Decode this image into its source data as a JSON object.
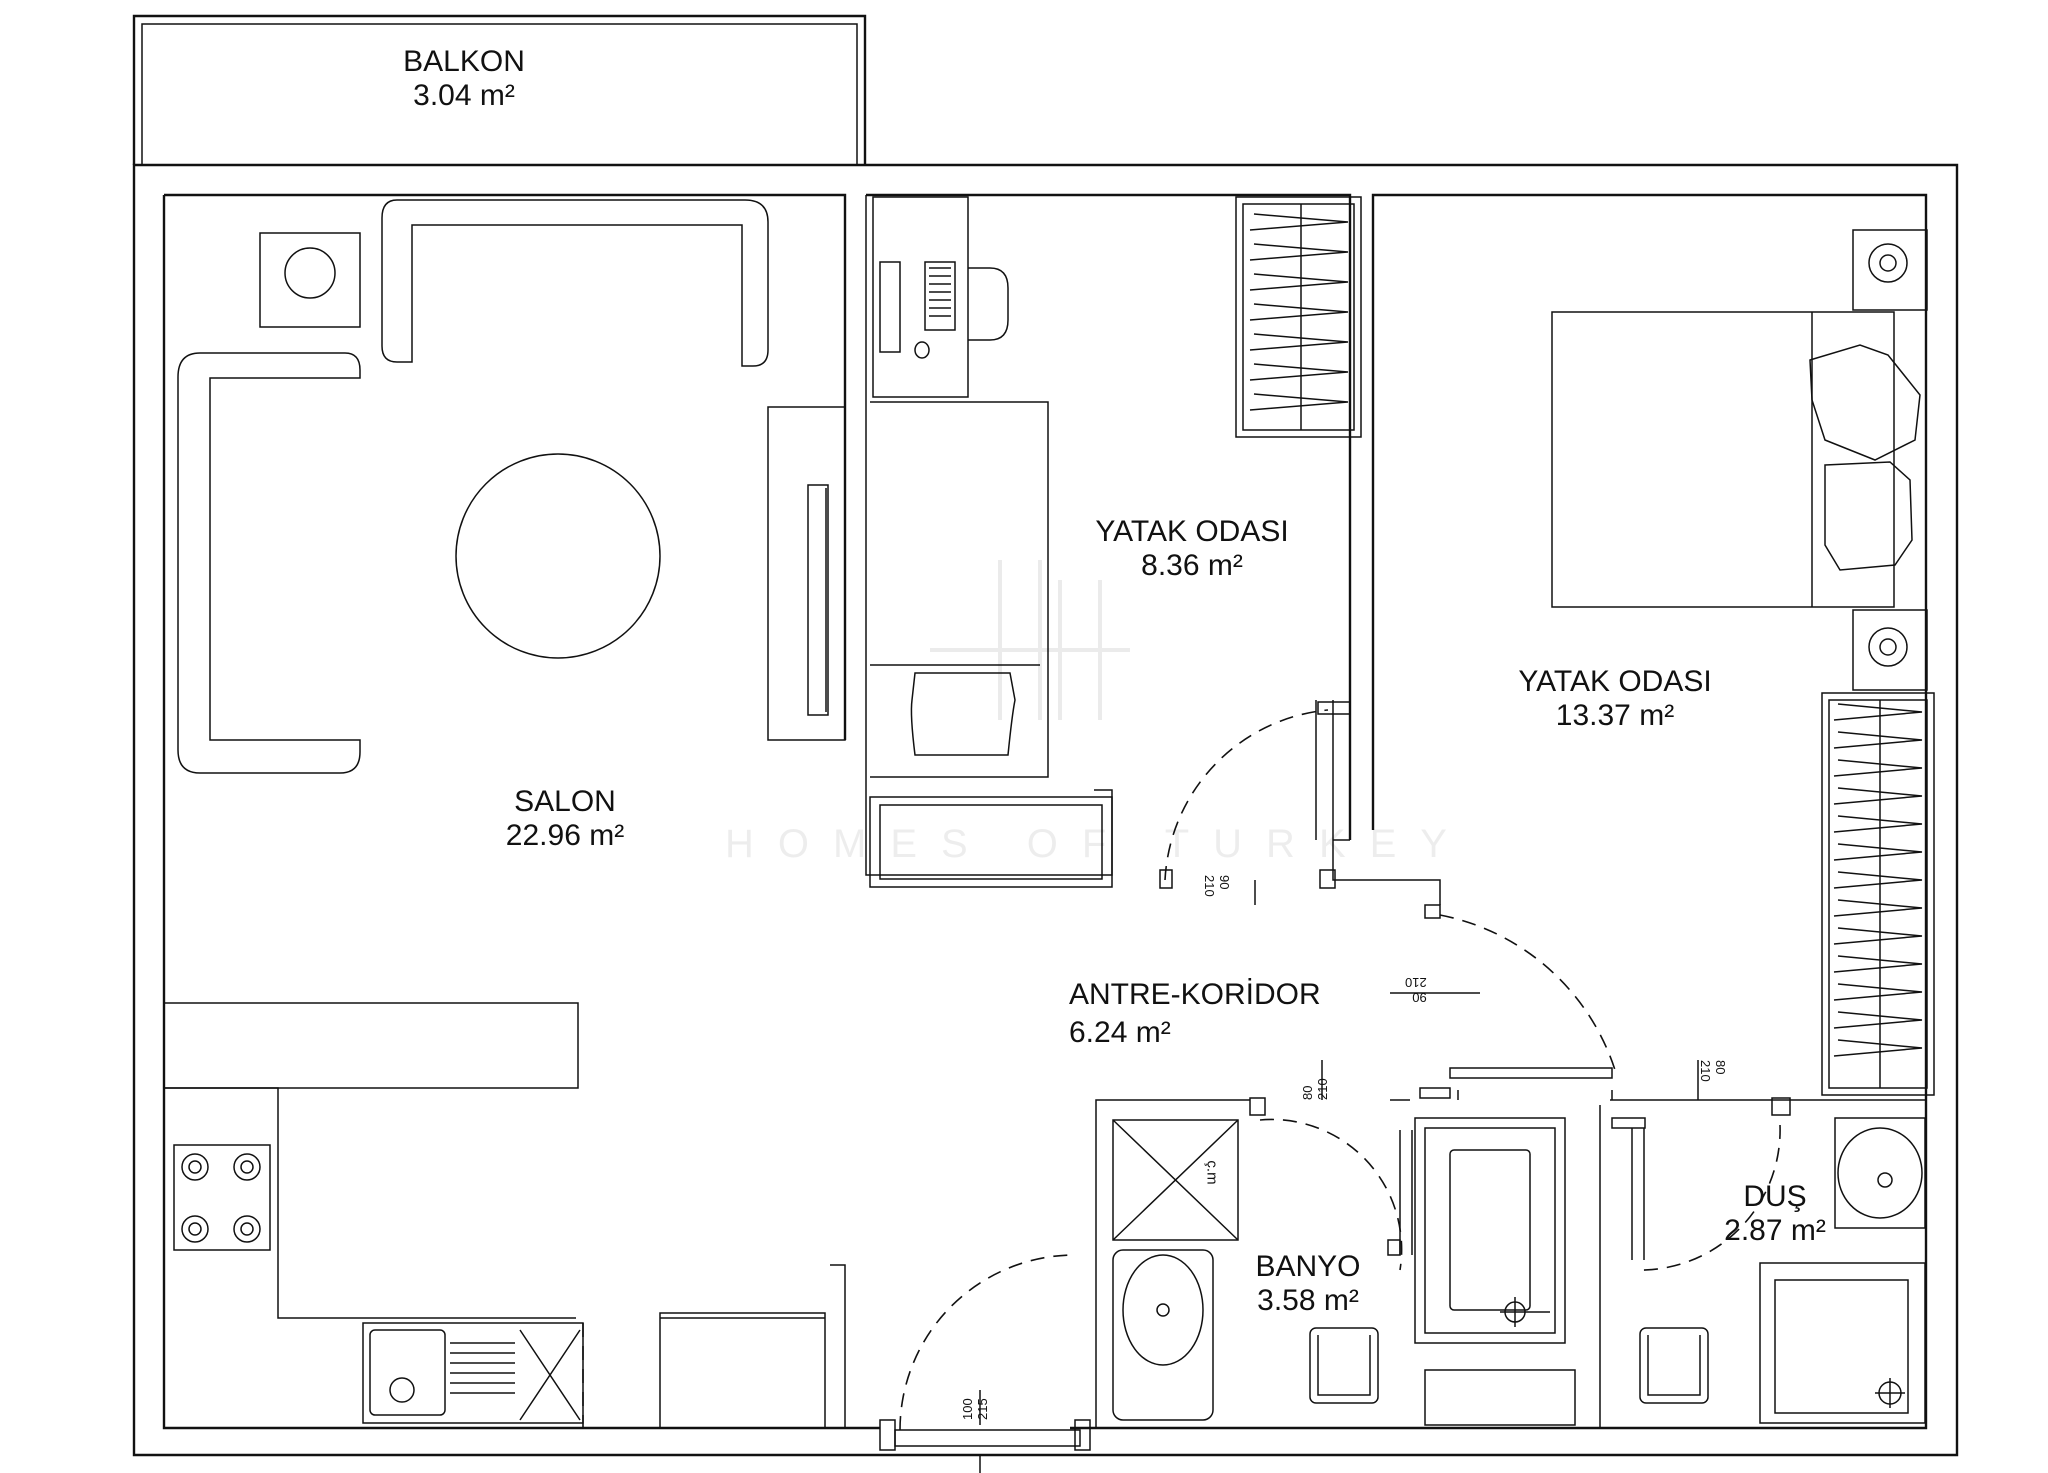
{
  "plan": {
    "rooms": [
      {
        "id": "balkon",
        "name": "BALKON",
        "area": "3.04 m²"
      },
      {
        "id": "salon",
        "name": "SALON",
        "area": "22.96 m²"
      },
      {
        "id": "yatak1",
        "name": "YATAK ODASI",
        "area": "8.36 m²"
      },
      {
        "id": "yatak2",
        "name": "YATAK ODASI",
        "area": "13.37 m²"
      },
      {
        "id": "antre",
        "name": "ANTRE-KORİDOR",
        "area": "6.24 m²"
      },
      {
        "id": "banyo",
        "name": "BANYO",
        "area": "3.58 m²"
      },
      {
        "id": "dus",
        "name": "DUŞ",
        "area": "2.87 m²"
      }
    ],
    "dimensions": {
      "d1a": "90",
      "d1b": "210",
      "d2a": "90",
      "d2b": "210",
      "d3a": "80",
      "d3b": "210",
      "d4a": "80",
      "d4b": "210",
      "d5a": "100",
      "d5b": "215"
    },
    "cm_label": "ç.m",
    "watermark": "HOMES OF TURKEY"
  }
}
